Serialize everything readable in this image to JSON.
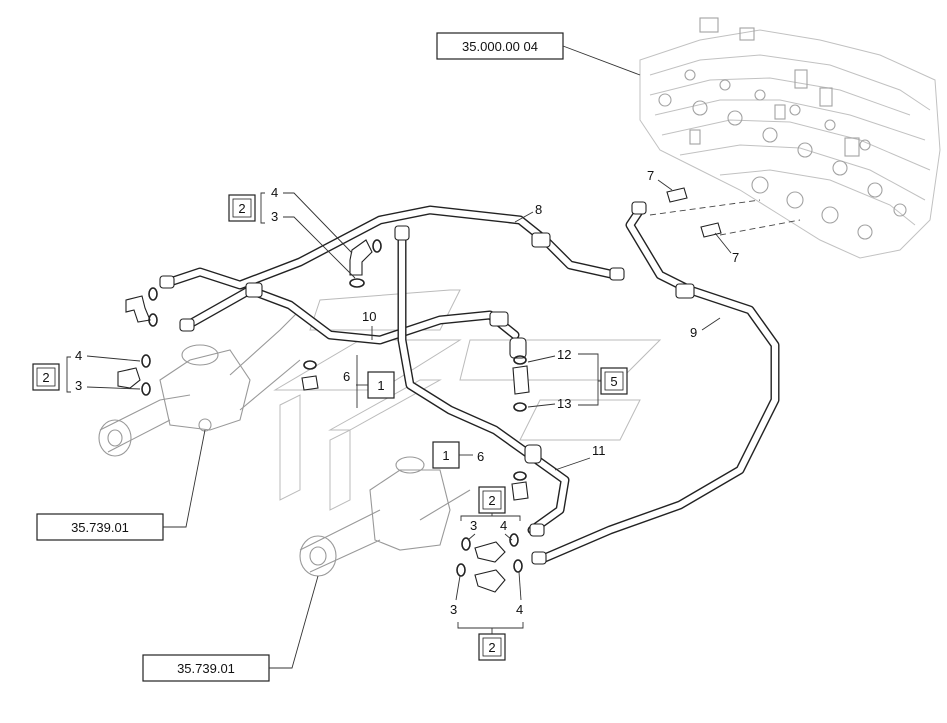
{
  "references": {
    "valve_block": "35.000.00 04",
    "cylinder_upper": "35.739.01",
    "cylinder_lower": "35.739.01"
  },
  "kits": {
    "kit_1a": "1",
    "kit_1b": "1",
    "kit_2_upper": "2",
    "kit_2_left": "2",
    "kit_2_middle": "2",
    "kit_2_bottom": "2",
    "kit_5": "5"
  },
  "callouts": {
    "n3_upper": "3",
    "n4_upper": "4",
    "n3_left": "3",
    "n4_left": "4",
    "n6_upper": "6",
    "n6_lower": "6",
    "n7_upper": "7",
    "n7_lower": "7",
    "n8": "8",
    "n9": "9",
    "n10": "10",
    "n11": "11",
    "n12": "12",
    "n13": "13",
    "n3_mid": "3",
    "n4_mid": "4",
    "n3_bottom": "3",
    "n4_bottom": "4"
  }
}
